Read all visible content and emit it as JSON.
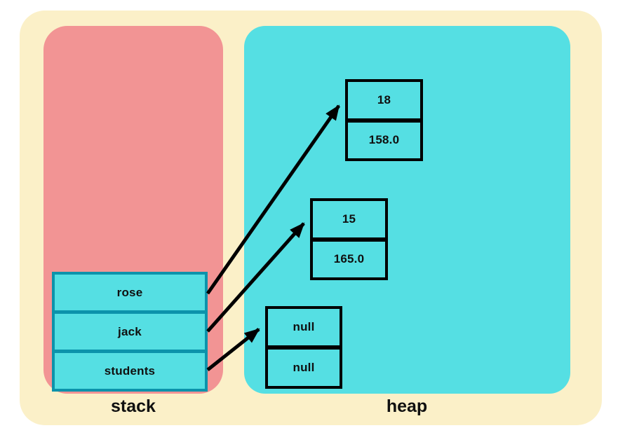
{
  "colors": {
    "page_background": "#ffffff",
    "frame_background": "#FBF0C8",
    "stack_region": "#F29494",
    "heap_region": "#55DFE3",
    "cell_fill": "#55DFE3",
    "stack_cell_border": "#0C93AB",
    "heap_cell_border": "#000000",
    "arrow": "#000000",
    "text": "#101010"
  },
  "stack": {
    "label": "stack",
    "items": [
      "rose",
      "jack",
      "students"
    ]
  },
  "heap": {
    "label": "heap",
    "objects": [
      {
        "fields": [
          "18",
          "158.0"
        ]
      },
      {
        "fields": [
          "15",
          "165.0"
        ]
      },
      {
        "fields": [
          "null",
          "null"
        ]
      }
    ]
  },
  "arrows": [
    {
      "from": "rose",
      "to": "heap-object-18"
    },
    {
      "from": "jack",
      "to": "heap-object-15"
    },
    {
      "from": "students",
      "to": "heap-object-null"
    }
  ]
}
